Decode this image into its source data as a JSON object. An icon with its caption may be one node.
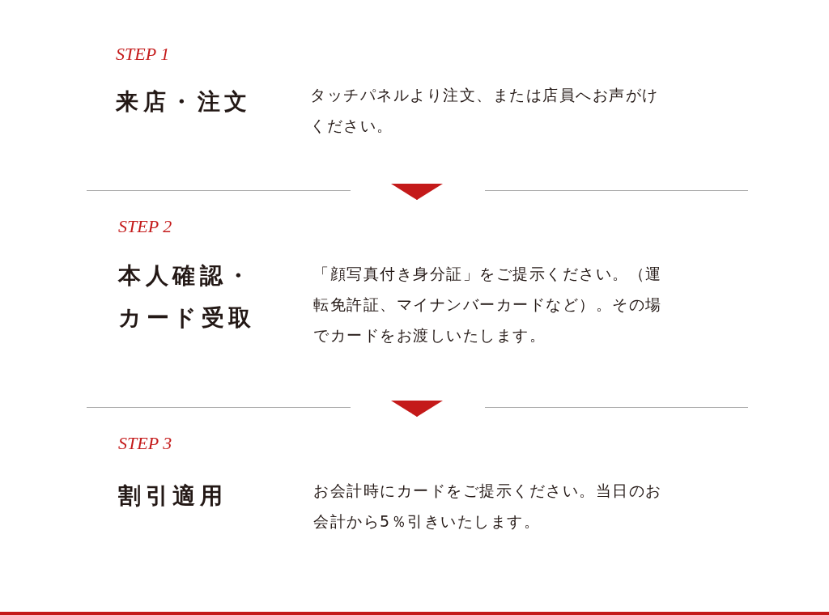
{
  "diagram": {
    "nodes": [
      {
        "text": [
          "STEP 1",
          "来店・注文",
          "タッチパネルより注文、または店員へお声がけください。"
        ]
      },
      {
        "text": [
          "STEP 2",
          "本人確認・カード受取",
          "「顔写真付き身分証」をご提示ください。（運転免許証、マイナンバーカードなど）。その場でカードをお渡しいたします。"
        ]
      },
      {
        "text": [
          "STEP 3",
          "割引適用",
          "お会計時にカードをご提示ください。当日のお会計から5％引きいたします。"
        ]
      }
    ],
    "edges": [
      {
        "from": 0,
        "to": 1,
        "arrow": "to"
      },
      {
        "from": 1,
        "to": 2,
        "arrow": "to"
      }
    ]
  }
}
